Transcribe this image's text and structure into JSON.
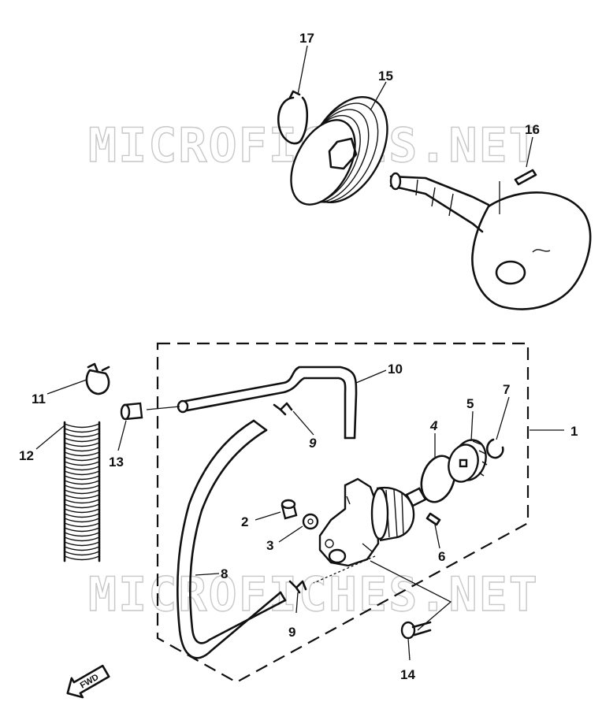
{
  "watermark": "MICROFICHES.NET",
  "fwd_label": "FWD",
  "callouts": [
    "1",
    "2",
    "3",
    "4",
    "5",
    "6",
    "7",
    "8",
    "9",
    "9",
    "10",
    "11",
    "12",
    "13",
    "14",
    "15",
    "16",
    "17"
  ]
}
